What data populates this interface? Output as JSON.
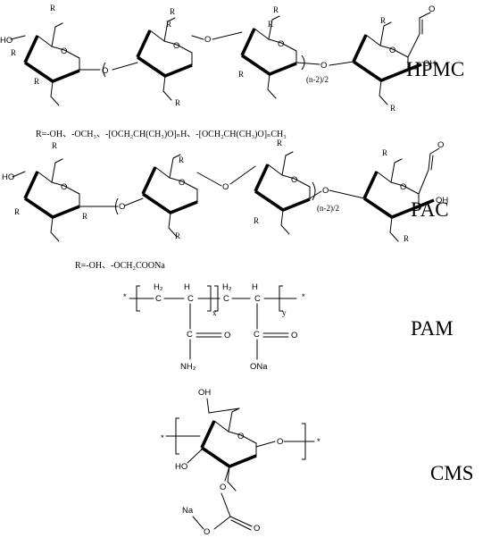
{
  "polymers": [
    {
      "key": "hpmc",
      "name": "HPMC",
      "substituents": "R=-OH、-OCH₃、-[OCH₂CH(CH₃)O]ₙH、-[OCH₂CH(CH₃)O]ₙCH₃"
    },
    {
      "key": "pac",
      "name": "PAC",
      "substituents": "R=-OH、-OCH₂COONa"
    },
    {
      "key": "pam",
      "name": "PAM"
    },
    {
      "key": "cms",
      "name": "CMS"
    }
  ],
  "labels": {
    "R": "R",
    "HO": "HO",
    "OH": "OH",
    "O": "O",
    "repeat": "(n-2)/2",
    "H2": "H₂",
    "C": "C",
    "NH2": "NH₂",
    "ONa": "ONa",
    "Na": "Na",
    "x": "x",
    "y": "y",
    "star": "*"
  }
}
